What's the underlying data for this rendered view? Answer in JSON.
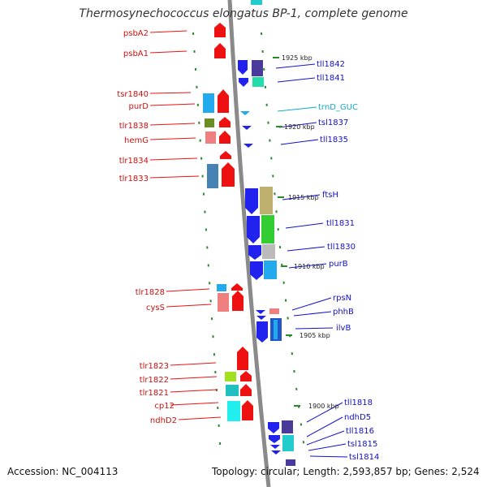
{
  "title": "Thermosynechococcus elongatus BP-1, complete genome",
  "accession": "Accession: NC_004113",
  "summary": "Topology: circular; Length: 2,593,857 bp; Genes: 2,524",
  "colors": {
    "backbone": "#808080",
    "label_red": "#cc1111",
    "label_blue": "#1111cc",
    "label_cyan": "#11aacc",
    "tick_green": "#2a8a2a"
  },
  "left_labels": [
    {
      "name": "psbA2"
    },
    {
      "name": "psbA1"
    },
    {
      "name": "tsr1840"
    },
    {
      "name": "purD"
    },
    {
      "name": "tlr1838"
    },
    {
      "name": "hemG"
    },
    {
      "name": "tlr1834"
    },
    {
      "name": "tlr1833"
    },
    {
      "name": "tlr1828"
    },
    {
      "name": "cysS"
    },
    {
      "name": "tlr1823"
    },
    {
      "name": "tlr1822"
    },
    {
      "name": "tlr1821"
    },
    {
      "name": "cp12"
    },
    {
      "name": "ndhD2"
    }
  ],
  "right_labels": [
    {
      "name": "tll1842",
      "color": "blue"
    },
    {
      "name": "tll1841",
      "color": "blue"
    },
    {
      "name": "trnD_GUC",
      "color": "cyan"
    },
    {
      "name": "tsl1837",
      "color": "blue"
    },
    {
      "name": "tll1835",
      "color": "blue"
    },
    {
      "name": "ftsH",
      "color": "blue"
    },
    {
      "name": "tll1831",
      "color": "blue"
    },
    {
      "name": "tll1830",
      "color": "blue"
    },
    {
      "name": "purB",
      "color": "blue"
    },
    {
      "name": "rpsN",
      "color": "blue"
    },
    {
      "name": "phhB",
      "color": "blue"
    },
    {
      "name": "ilvB",
      "color": "blue"
    },
    {
      "name": "tll1818",
      "color": "blue"
    },
    {
      "name": "ndhD5",
      "color": "blue"
    },
    {
      "name": "tll1816",
      "color": "blue"
    },
    {
      "name": "tsl1815",
      "color": "blue"
    },
    {
      "name": "tsl1814",
      "color": "blue"
    }
  ],
  "ticks": [
    "1925 kbp",
    "1920 kbp",
    "1915 kbp",
    "1910 kbp",
    "1905 kbp",
    "1900 kbp"
  ]
}
